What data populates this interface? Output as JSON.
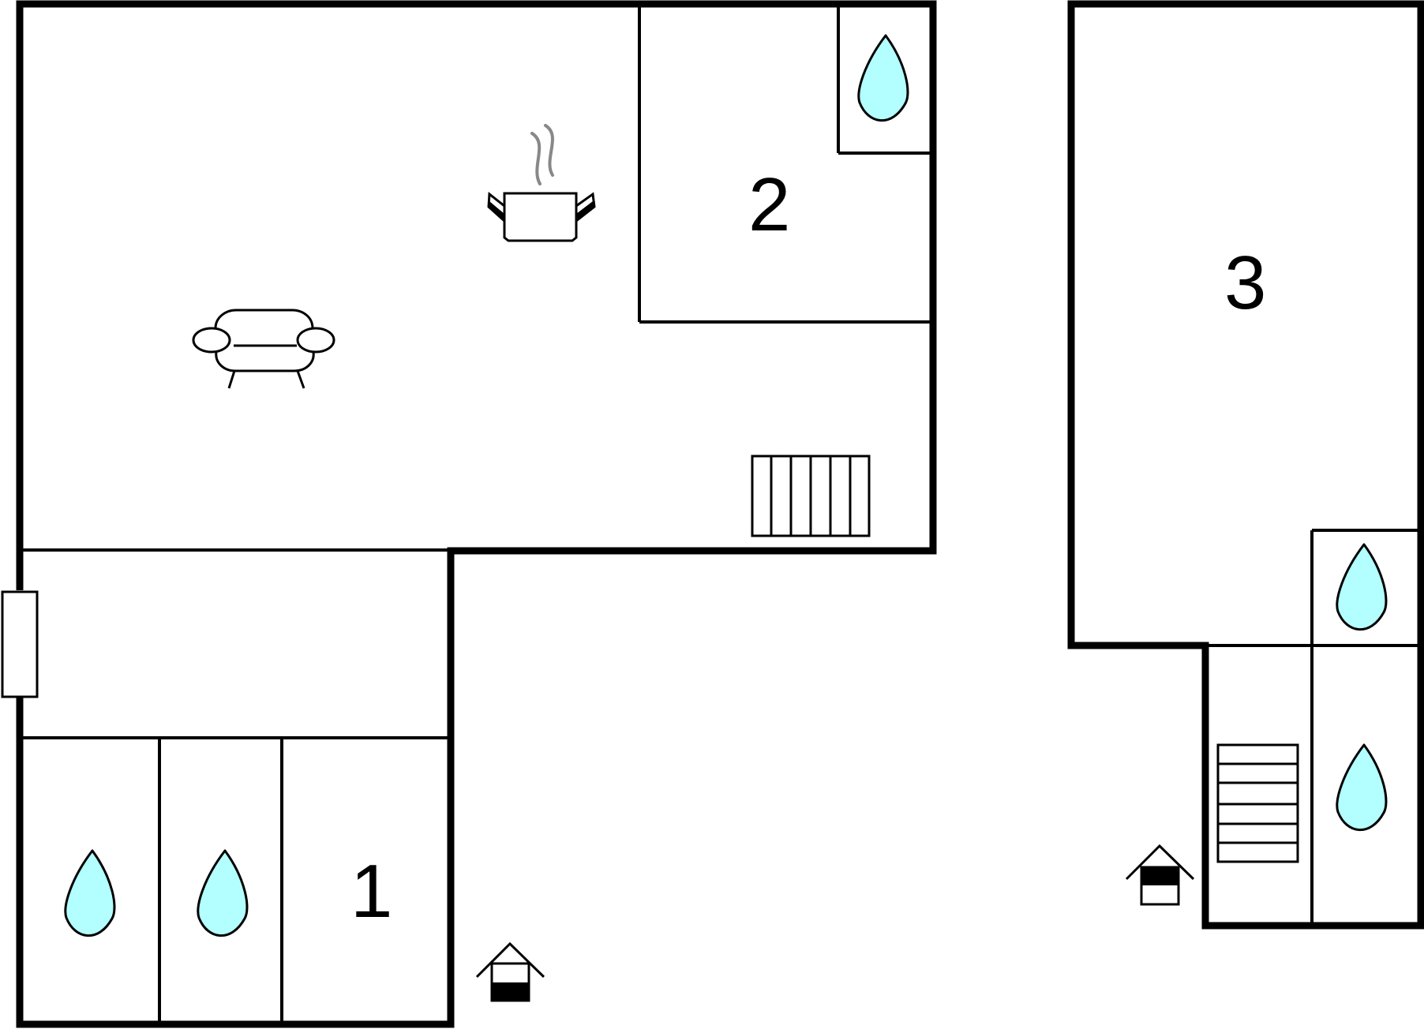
{
  "rooms": {
    "label_1": "1",
    "label_2": "2",
    "label_3": "3"
  },
  "icons": [
    "kitchen-pot-icon",
    "sofa-icon",
    "radiator-icon",
    "bath-drop-icon",
    "house-entrance-icon",
    "window-icon"
  ],
  "colors": {
    "wall": "#000000",
    "drop_fill": "#b3ffff",
    "steam": "#888888",
    "background": "#ffffff"
  }
}
